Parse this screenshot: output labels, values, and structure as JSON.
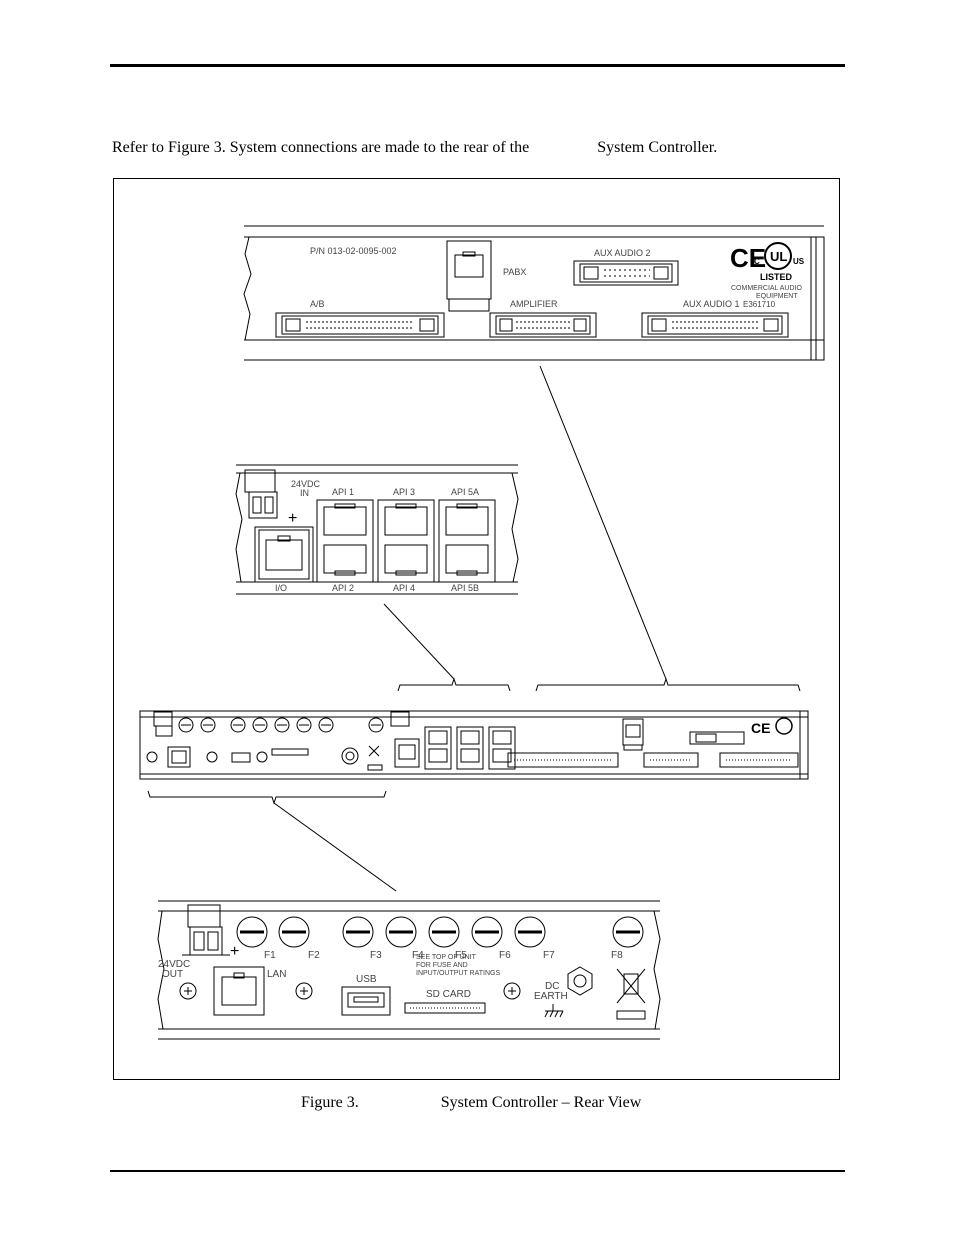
{
  "intro": {
    "before": "Refer to Figure 3.  System connections are made to the rear of the",
    "after": "System Controller."
  },
  "caption": {
    "figure": "Figure 3.",
    "text": "System Controller – Rear View"
  },
  "panel_top": {
    "part_number": "P/N 013-02-0095-002",
    "pabx": "PABX",
    "aux_audio_2": "AUX AUDIO 2",
    "ab": "A/B",
    "amplifier": "AMPLIFIER",
    "aux_audio_1": "AUX AUDIO 1",
    "ce": "CE",
    "ul": "UL",
    "c": "C",
    "us": "US",
    "listed": "LISTED",
    "commercial": "COMMERCIAL AUDIO",
    "equipment": "EQUIPMENT",
    "file_no": "E361710"
  },
  "panel_mid": {
    "power": "24VDC",
    "power_in": "IN",
    "plus": "+",
    "api1": "API 1",
    "api2": "API 2",
    "api3": "API 3",
    "api4": "API 4",
    "api5a": "API 5A",
    "api5b": "API 5B",
    "io": "I/O"
  },
  "panel_bottom": {
    "power": "24VDC",
    "power_out": "OUT",
    "f1": "F1",
    "f2": "F2",
    "f3": "F3",
    "f4": "F4",
    "f5": "F5",
    "f6": "F6",
    "f7": "F7",
    "f8": "F8",
    "lan": "LAN",
    "usb": "USB",
    "fuse_note_1": "SEE TOP OF UNIT",
    "fuse_note_2": "FOR FUSE AND",
    "fuse_note_3": "INPUT/OUTPUT RATINGS",
    "sd_card": "SD CARD",
    "dc": "DC",
    "earth": "EARTH"
  }
}
